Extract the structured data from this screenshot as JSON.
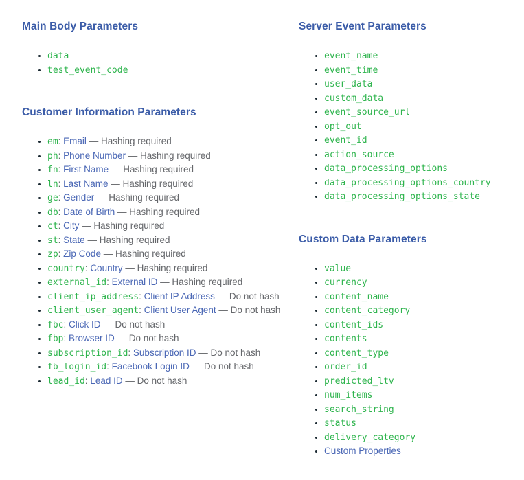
{
  "colors": {
    "background": "#ffffff",
    "heading_blue": "#3b5ca8",
    "code_green": "#2eb44d",
    "link_blue": "#4a67b5",
    "text_gray": "#65676b",
    "bullet_dark": "#1c2b33"
  },
  "columns": [
    {
      "sections": [
        {
          "title": "Main Body Parameters",
          "items": [
            {
              "code": "data"
            },
            {
              "code": "test_event_code"
            }
          ]
        },
        {
          "title": "Customer Information Parameters",
          "items": [
            {
              "code": "em",
              "sep": ": ",
              "label": "Email",
              "suffix": " — Hashing required"
            },
            {
              "code": "ph",
              "sep": ": ",
              "label": "Phone Number",
              "suffix": " — Hashing required"
            },
            {
              "code": "fn",
              "sep": ": ",
              "label": "First Name",
              "suffix": " — Hashing required"
            },
            {
              "code": "ln",
              "sep": ": ",
              "label": "Last Name",
              "suffix": " — Hashing required"
            },
            {
              "code": "ge",
              "sep": ": ",
              "label": "Gender",
              "suffix": " — Hashing required"
            },
            {
              "code": "db",
              "sep": ": ",
              "label": "Date of Birth",
              "suffix": " — Hashing required"
            },
            {
              "code": "ct",
              "sep": ": ",
              "label": "City",
              "suffix": " — Hashing required"
            },
            {
              "code": "st",
              "sep": ": ",
              "label": "State",
              "suffix": " — Hashing required"
            },
            {
              "code": "zp",
              "sep": ": ",
              "label": "Zip Code",
              "suffix": " — Hashing required"
            },
            {
              "code": "country",
              "sep": ": ",
              "label": "Country",
              "suffix": " — Hashing required"
            },
            {
              "code": "external_id",
              "sep": ": ",
              "label": "External ID",
              "suffix": " — Hashing required"
            },
            {
              "code": "client_ip_address",
              "sep": ": ",
              "label": "Client IP Address",
              "suffix": " — Do not hash"
            },
            {
              "code": "client_user_agent",
              "sep": ": ",
              "label": "Client User Agent",
              "suffix": " — Do not hash"
            },
            {
              "code": "fbc",
              "sep": ": ",
              "label": "Click ID",
              "suffix": " — Do not hash"
            },
            {
              "code": "fbp",
              "sep": ": ",
              "label": "Browser ID",
              "suffix": " — Do not hash"
            },
            {
              "code": "subscription_id",
              "sep": ": ",
              "label": "Subscription ID",
              "suffix": " — Do not hash"
            },
            {
              "code": "fb_login_id",
              "sep": ": ",
              "label": "Facebook Login ID",
              "suffix": " — Do not hash"
            },
            {
              "code": "lead_id",
              "sep": ": ",
              "label": "Lead ID",
              "suffix": " — Do not hash"
            }
          ]
        }
      ]
    },
    {
      "sections": [
        {
          "title": "Server Event Parameters",
          "items": [
            {
              "code": "event_name"
            },
            {
              "code": "event_time"
            },
            {
              "code": "user_data"
            },
            {
              "code": "custom_data"
            },
            {
              "code": "event_source_url"
            },
            {
              "code": "opt_out"
            },
            {
              "code": "event_id"
            },
            {
              "code": "action_source"
            },
            {
              "code": "data_processing_options"
            },
            {
              "code": "data_processing_options_country"
            },
            {
              "code": "data_processing_options_state"
            }
          ]
        },
        {
          "title": "Custom Data Parameters",
          "items": [
            {
              "code": "value"
            },
            {
              "code": "currency"
            },
            {
              "code": "content_name"
            },
            {
              "code": "content_category"
            },
            {
              "code": "content_ids"
            },
            {
              "code": "contents"
            },
            {
              "code": "content_type"
            },
            {
              "code": "order_id"
            },
            {
              "code": "predicted_ltv"
            },
            {
              "code": "num_items"
            },
            {
              "code": "search_string"
            },
            {
              "code": "status"
            },
            {
              "code": "delivery_category"
            },
            {
              "label": "Custom Properties"
            }
          ]
        }
      ]
    }
  ]
}
